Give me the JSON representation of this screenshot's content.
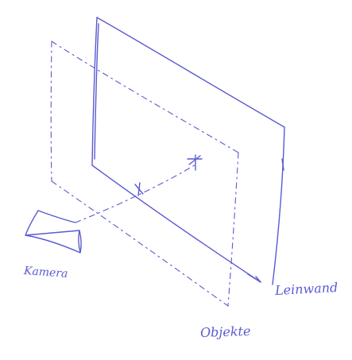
{
  "ink_color": "#5a5ad2",
  "labels": {
    "camera": "Kamera",
    "screen": "Leinwand",
    "objects": "Objekte"
  }
}
